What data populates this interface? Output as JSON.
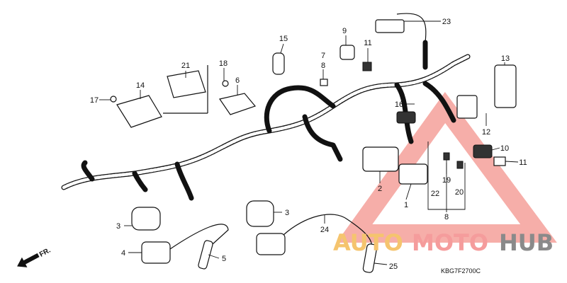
{
  "diagram": {
    "part_labels": [
      "1",
      "2",
      "3",
      "3",
      "4",
      "5",
      "6",
      "7",
      "8",
      "8",
      "9",
      "10",
      "11",
      "11",
      "12",
      "13",
      "14",
      "15",
      "16",
      "17",
      "18",
      "19",
      "20",
      "21",
      "22",
      "23",
      "24",
      "25"
    ],
    "direction_marker": "FR.",
    "diagram_code": "KBG7F2700C"
  },
  "watermark": {
    "parts": [
      "AUTO",
      "MOTO",
      "HUB"
    ],
    "colors": {
      "auto": "#f5c46e",
      "moto": "#f59c9c",
      "hub": "#8a8a8a",
      "triangle": "#f5a09a"
    }
  }
}
